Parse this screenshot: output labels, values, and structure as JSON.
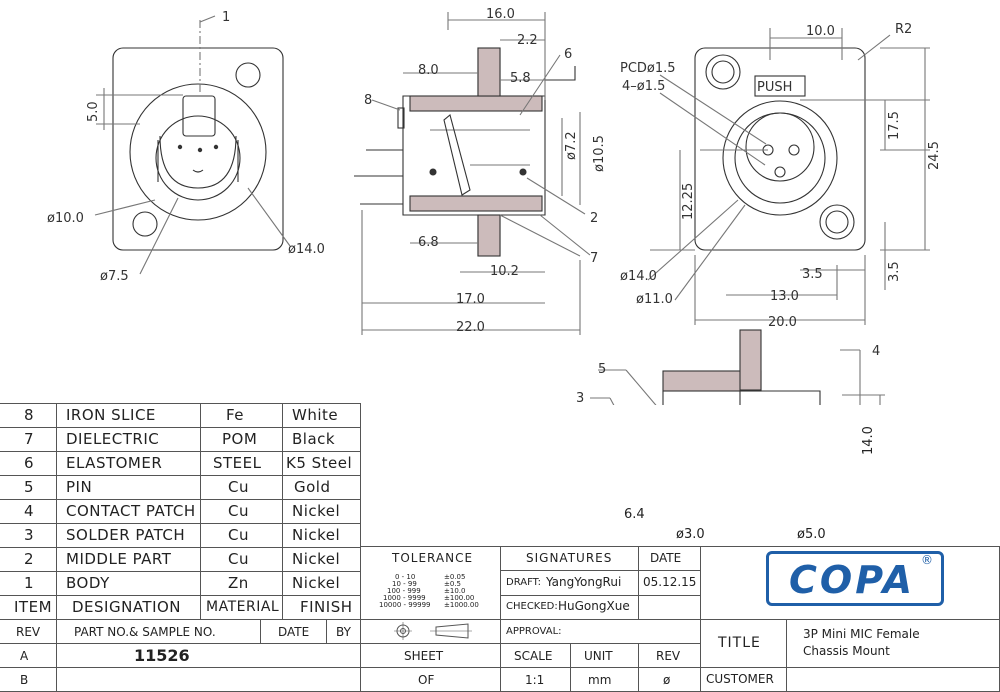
{
  "drawing": {
    "front_view": {
      "part_callout": "1",
      "dim_pin_offset": "5.0",
      "dim_outer_dia": "ø10.0",
      "dim_inner_dia": "ø7.5",
      "dim_flange_dia": "ø14.0"
    },
    "side_view": {
      "dim_overall_depth": "16.0",
      "dim_flange_thickness": "2.2",
      "dim_rear_length": "8.0",
      "dim_front_length": "5.8",
      "dim_inner_dia": "ø7.2",
      "dim_outer_dia": "ø10.5",
      "dim_tail": "6.8",
      "dim_body": "10.2",
      "dim_length": "17.0",
      "dim_overall": "22.0",
      "callouts": [
        "8",
        "6",
        "2",
        "7"
      ]
    },
    "rear_view": {
      "dim_hole_pitch": "10.0",
      "corner_radius": "R2",
      "pcd_label": "PCDø1.5",
      "holes_label": "4–ø1.5",
      "push_label": "PUSH",
      "dim_height": "17.5",
      "dim_total_height": "24.5",
      "dim_offset": "12.25",
      "dim_outer_dia": "ø14.0",
      "dim_inner_dia": "ø11.0",
      "dim_edge_x": "3.5",
      "dim_edge_y": "3.5",
      "dim_width_inner": "13.0",
      "dim_width": "20.0"
    },
    "bottom_view": {
      "callouts": [
        "5",
        "3",
        "4"
      ],
      "dim_height": "14.0",
      "dim_pin_len": "6.4",
      "dim_hole": "ø3.0",
      "dim_outer": "ø5.0"
    }
  },
  "bom": {
    "rows": [
      {
        "item": "8",
        "designation": "IRON SLICE",
        "material": "Fe",
        "finish": "White"
      },
      {
        "item": "7",
        "designation": "DIELECTRIC",
        "material": "POM",
        "finish": "Black"
      },
      {
        "item": "6",
        "designation": "ELASTOMER",
        "material": "STEEL",
        "finish": "K5 Steel"
      },
      {
        "item": "5",
        "designation": "PIN",
        "material": "Cu",
        "finish": "Gold"
      },
      {
        "item": "4",
        "designation": "CONTACT PATCH",
        "material": "Cu",
        "finish": "Nickel"
      },
      {
        "item": "3",
        "designation": "SOLDER PATCH",
        "material": "Cu",
        "finish": "Nickel"
      },
      {
        "item": "2",
        "designation": "MIDDLE PART",
        "material": "Cu",
        "finish": "Nickel"
      },
      {
        "item": "1",
        "designation": "BODY",
        "material": "Zn",
        "finish": "Nickel"
      }
    ],
    "headers": {
      "item": "ITEM",
      "designation": "DESIGNATION",
      "material": "MATERIAL",
      "finish": "FINISH"
    }
  },
  "revision": {
    "headers": {
      "rev": "REV",
      "part": "PART NO.& SAMPLE NO.",
      "date": "DATE",
      "by": "BY"
    },
    "rows": [
      {
        "rev": "A",
        "part": "11526"
      },
      {
        "rev": "B",
        "part": ""
      }
    ]
  },
  "tolerance": {
    "title": "TOLERANCE",
    "ranges": [
      "0 - 10",
      "10 - 99",
      "100 - 999",
      "1000 - 9999",
      "10000 - 99999"
    ],
    "values": [
      "±0.05",
      "±0.5",
      "±10.0",
      "±100.00",
      "±1000.00"
    ]
  },
  "signatures": {
    "title": "SIGNATURES",
    "date_header": "DATE",
    "draft_label": "DRAFT:",
    "draft_name": "YangYongRui",
    "draft_date": "05.12.15",
    "checked_label": "CHECKED:",
    "checked_name": "HuGongXue",
    "approval_label": "APPROVAL:"
  },
  "sheet": {
    "sheet": "SHEET",
    "of": "OF",
    "scale": "SCALE",
    "scale_value": "1:1",
    "unit": "UNIT",
    "unit_value": "mm",
    "rev": "REV",
    "rev_value": "ø"
  },
  "title_block": {
    "logo": "COPA",
    "registered": "®",
    "title_label": "TITLE",
    "title_line1": "3P Mini MIC Female",
    "title_line2": "Chassis Mount",
    "customer_label": "CUSTOMER"
  }
}
